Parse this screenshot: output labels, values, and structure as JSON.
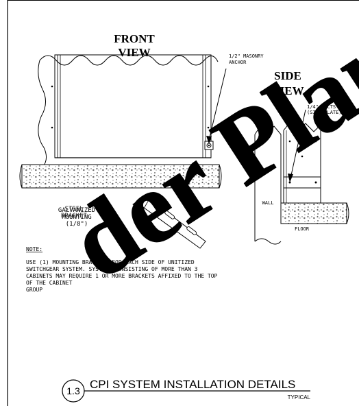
{
  "labels": {
    "front_view_line1": "FRONT",
    "front_view_line2": "VIEW",
    "side_view_line1": "SIDE",
    "side_view_line2": "VIEW",
    "anchor_line1": "1/2\" MASONRY",
    "anchor_line2": "ANCHOR",
    "bolts_line1": "1/4\" BOLTS",
    "bolts_line2": "(SIDE PLATE)",
    "wall": "WALL",
    "floor": "FLOOR",
    "bracket_line1": "GALVANIZED",
    "bracket_line2": "MOUNTING",
    "bracket_line3": "(1/8\")",
    "bracket_overlap_line1": "STEEL",
    "bracket_overlap_line2": "BRACKET"
  },
  "note": {
    "heading": "NOTE:",
    "lines": [
      "USE (1) MOUNTING BRACKETS FOR EACH SIDE OF UNITIZED",
      "SWITCHGEAR SYSTEM. SYSTEMS CONSISTING OF MORE THAN 3",
      "CABINETS MAY REQUIRE 1 OR MORE BRACKETS AFFIXED TO THE TOP",
      "OF THE CABINET",
      "GROUP"
    ]
  },
  "title_block": {
    "number": "1.3",
    "title": "CPI SYSTEM INSTALLATION DETAILS",
    "subtitle": "TYPICAL"
  },
  "watermark": "der Plans"
}
